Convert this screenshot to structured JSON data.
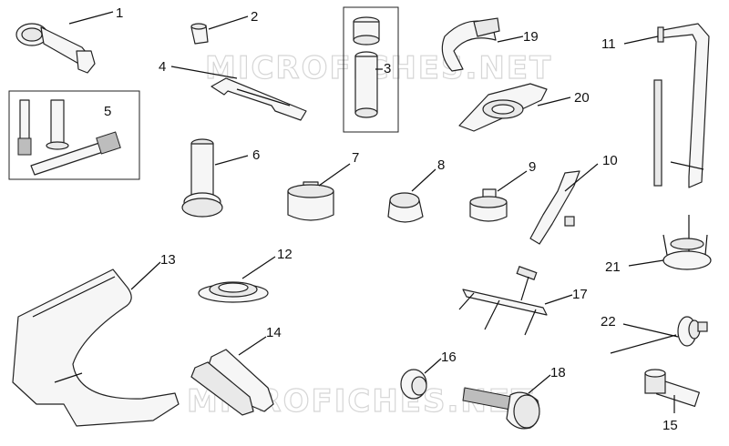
{
  "watermarks": [
    "MICROFICHES.NET",
    "MICROFICHES.NET"
  ],
  "callouts": [
    {
      "id": "1",
      "text": "1"
    },
    {
      "id": "2",
      "text": "2"
    },
    {
      "id": "3",
      "text": "3"
    },
    {
      "id": "4",
      "text": "4"
    },
    {
      "id": "5",
      "text": "5"
    },
    {
      "id": "6",
      "text": "6"
    },
    {
      "id": "7",
      "text": "7"
    },
    {
      "id": "8",
      "text": "8"
    },
    {
      "id": "9",
      "text": "9"
    },
    {
      "id": "10",
      "text": "10"
    },
    {
      "id": "11",
      "text": "11"
    },
    {
      "id": "12",
      "text": "12"
    },
    {
      "id": "13",
      "text": "13"
    },
    {
      "id": "14",
      "text": "14"
    },
    {
      "id": "15",
      "text": "15"
    },
    {
      "id": "16",
      "text": "16"
    },
    {
      "id": "17",
      "text": "17"
    },
    {
      "id": "18",
      "text": "18"
    },
    {
      "id": "19",
      "text": "19"
    },
    {
      "id": "20",
      "text": "20"
    },
    {
      "id": "21",
      "text": "21"
    },
    {
      "id": "22",
      "text": "22"
    }
  ]
}
